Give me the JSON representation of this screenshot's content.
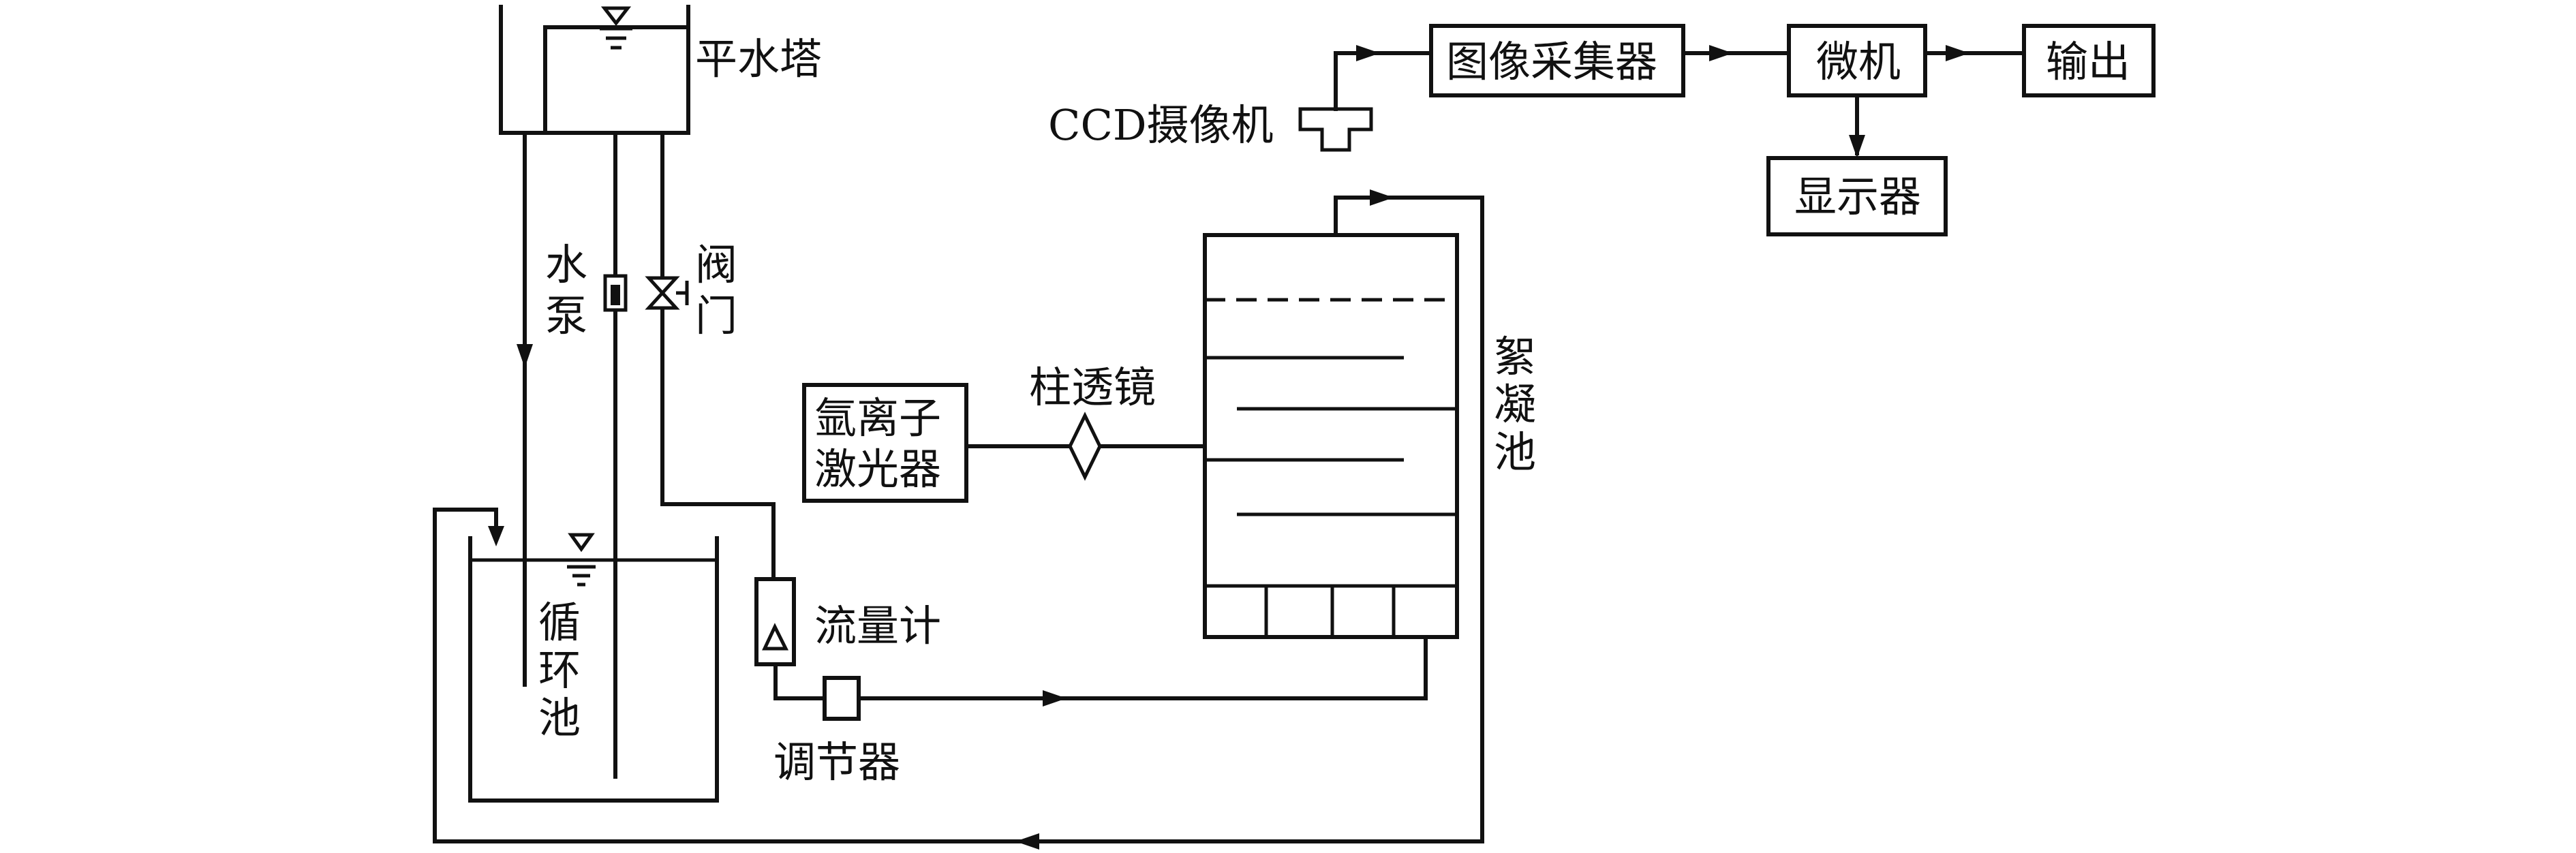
{
  "labels": {
    "tower": "平水塔",
    "pump_top": "水",
    "pump_bottom": "泵",
    "valve_top": "阀",
    "valve_bottom": "门",
    "tank_1": "循",
    "tank_2": "环",
    "tank_3": "池",
    "laser_line1": "氩离子",
    "laser_line2": "激光器",
    "lens": "柱透镜",
    "flow_meter": "流量计",
    "regulator": "调节器",
    "floc_1": "絮",
    "floc_2": "凝",
    "floc_3": "池",
    "camera": "CCD摄像机",
    "capture": "图像采集器",
    "computer": "微机",
    "output": "输出",
    "display": "显示器"
  },
  "colors": {
    "stroke": "#111111",
    "background": "#ffffff"
  }
}
